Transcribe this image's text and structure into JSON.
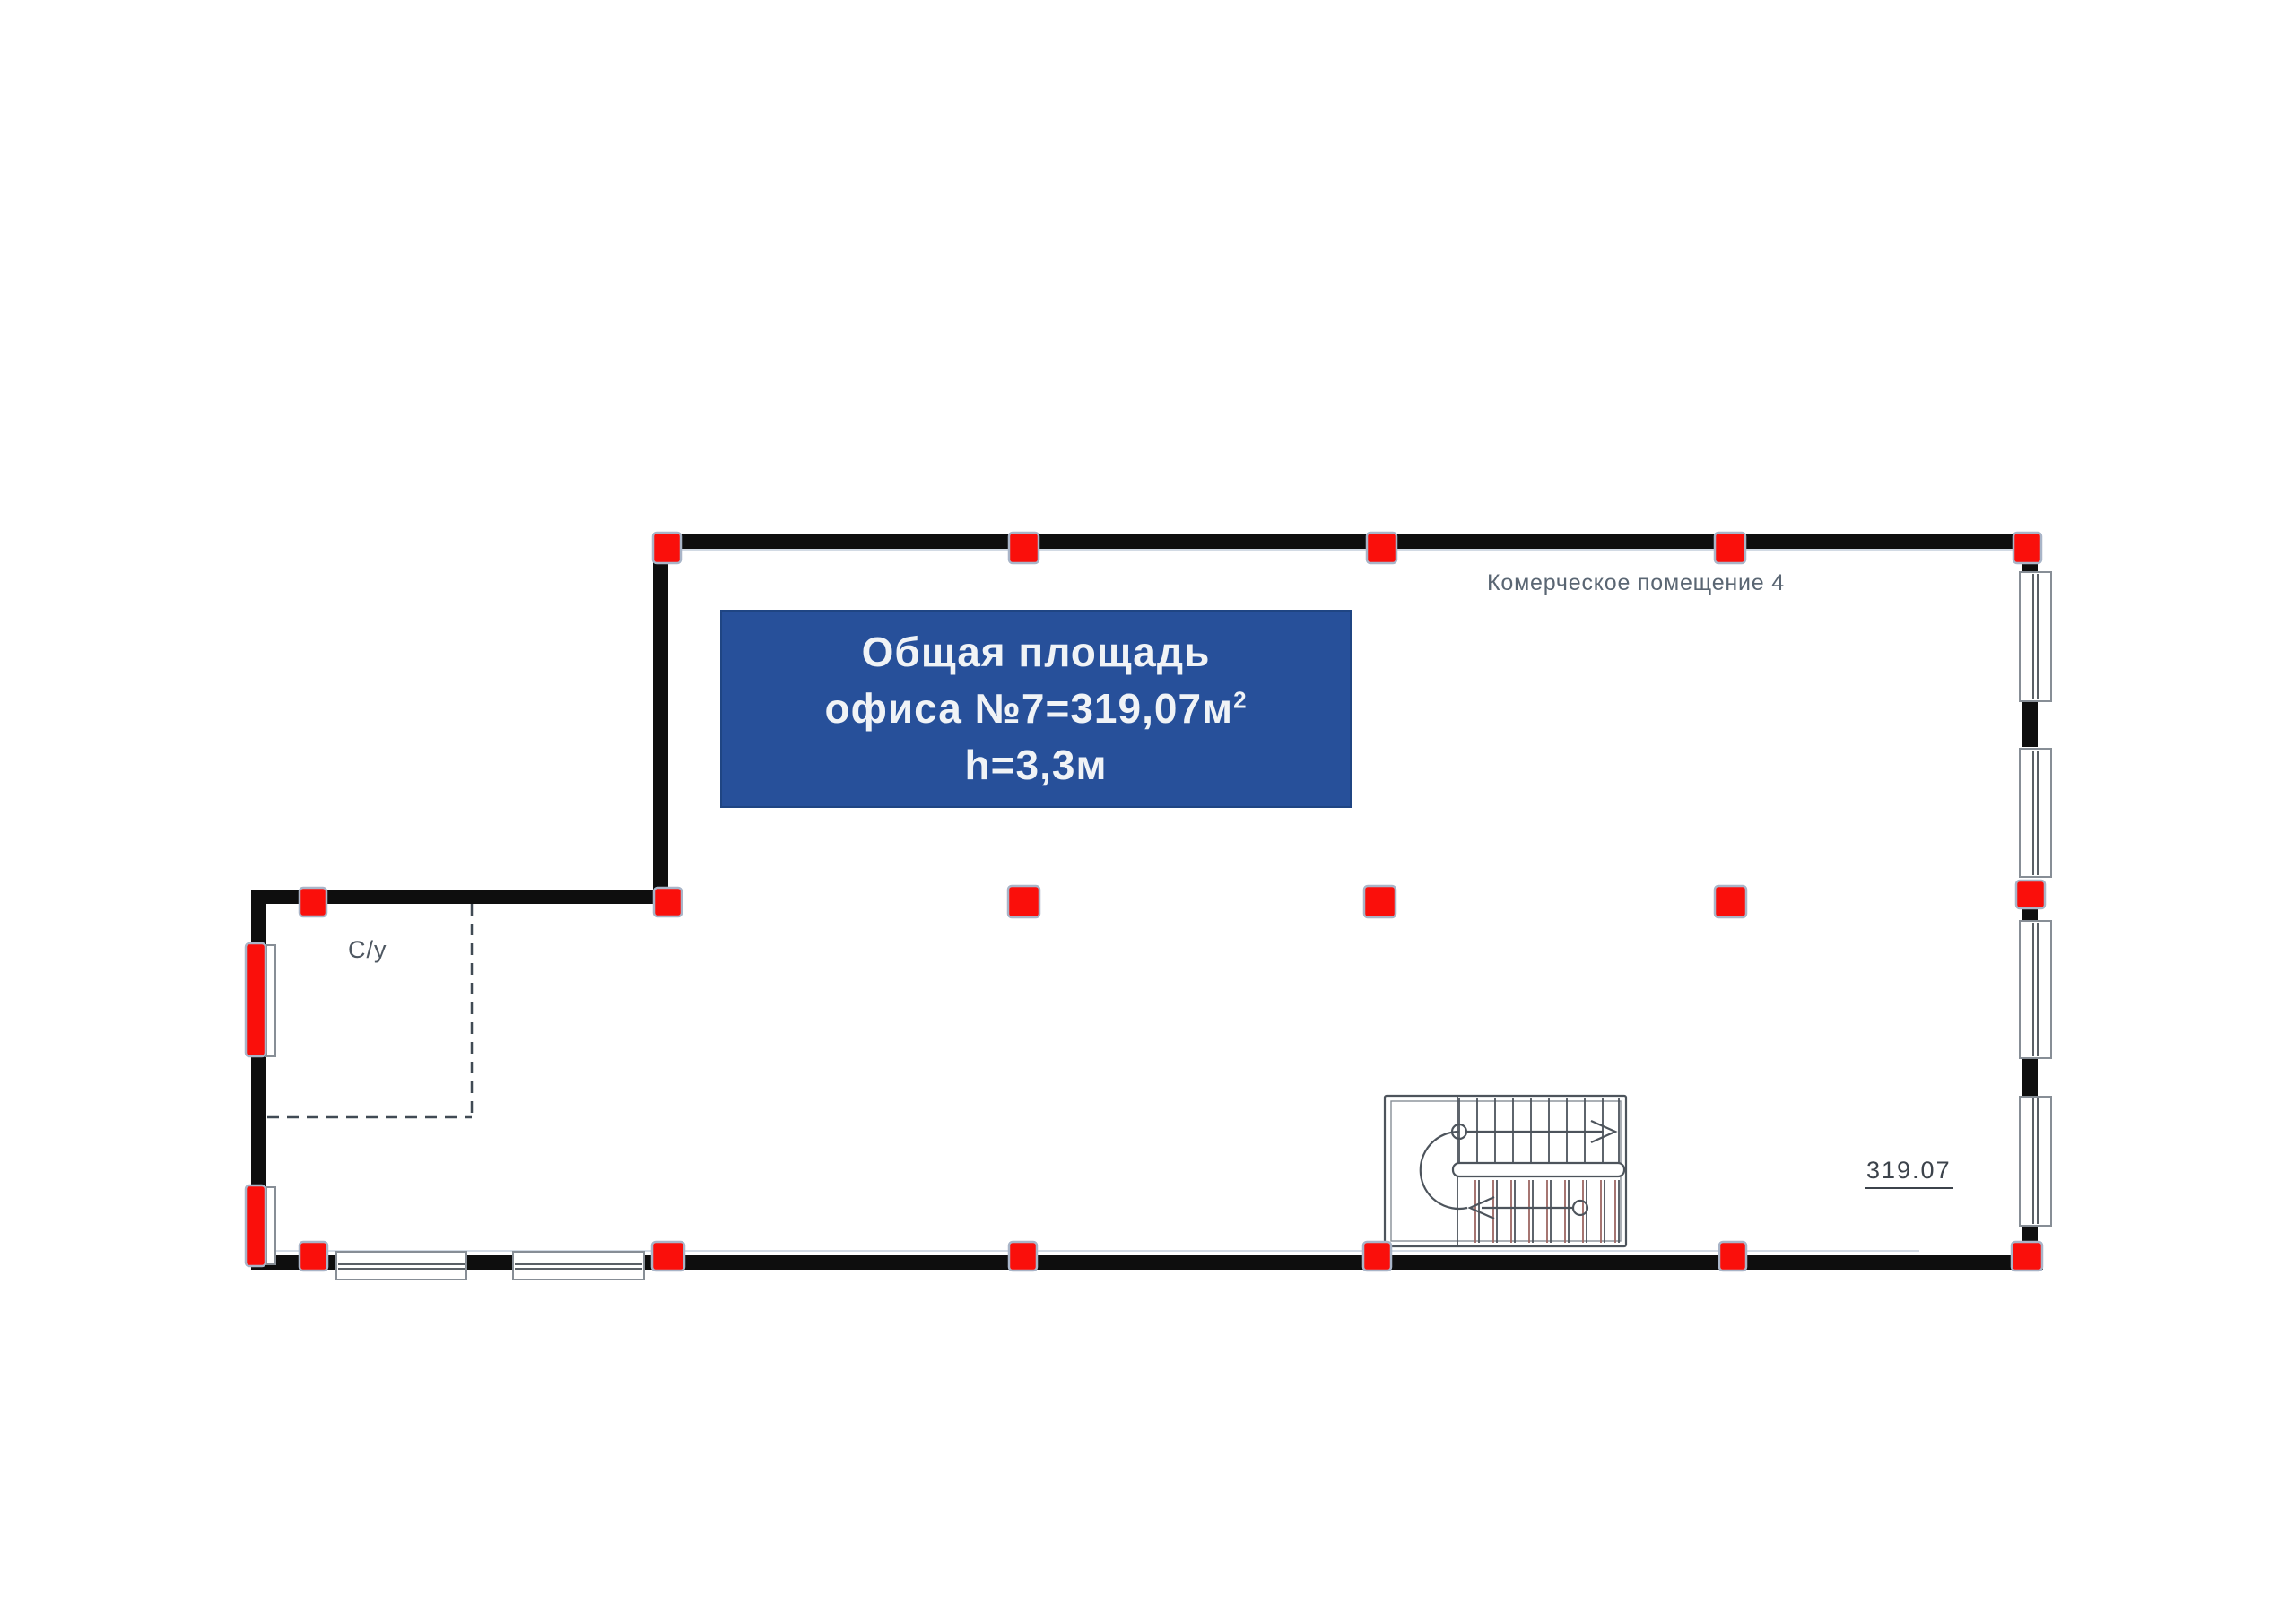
{
  "plan": {
    "labels": {
      "commercial_space": "Комерческое помещение 4",
      "bathroom": "С/у",
      "area_value": "319.07"
    },
    "info_box": {
      "line1": "Общая площадь",
      "line2_main": "офиса №7=319,07м",
      "line2_sup": "2",
      "line3": "h=3,3м"
    },
    "colors": {
      "page_bg": "#ffffff",
      "wall": "#0e0e0e",
      "wall_shadow": "#d2dae4",
      "column_red": "#fa0f0b",
      "column_outline": "#a9b5c8",
      "panel_blue": "#27509a",
      "panel_blue_edge": "#1f4583",
      "panel_text": "#f0f3f6",
      "label_gray": "#5a6673",
      "label_gray2": "#4e5761",
      "note_gray": "#3c434b",
      "dashed_line": "#404a54",
      "window_frame": "#878e96",
      "window_mullion": "#5a6066",
      "stair_line": "#4d545c",
      "stair_tread_red": "#9c6662"
    }
  }
}
